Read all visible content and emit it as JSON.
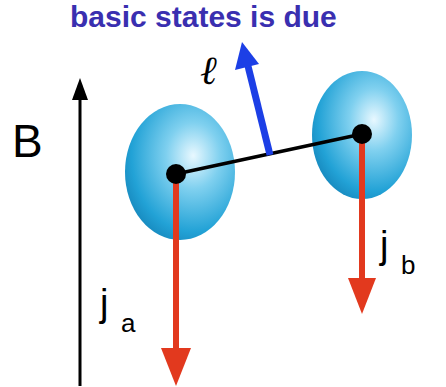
{
  "diagram": {
    "labels": [
      "basic states is due",
      "B",
      "ℓ",
      "j",
      "a",
      "j",
      "b"
    ]
  }
}
